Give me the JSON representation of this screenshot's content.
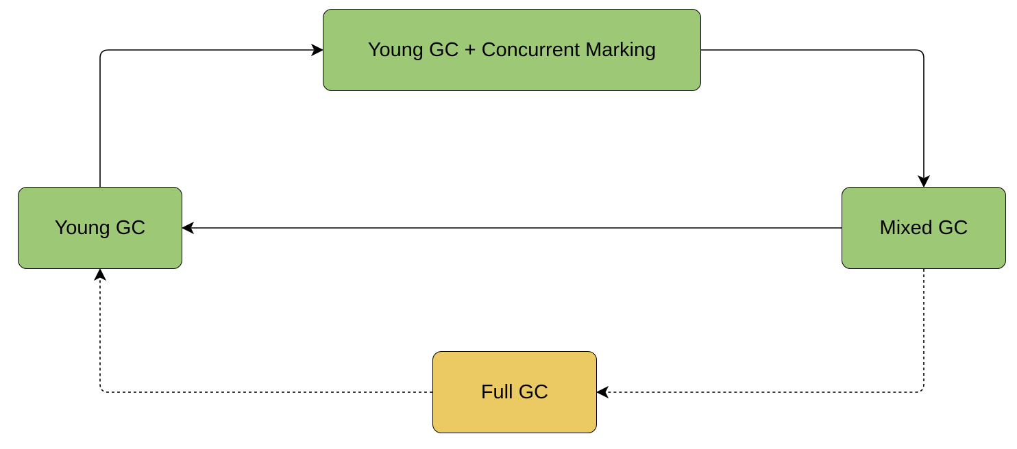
{
  "colors": {
    "gc_green": "#9dc977",
    "full_gc_yellow": "#ecca63",
    "border": "#000000",
    "edge": "#000000"
  },
  "nodes": {
    "young_gc_concurrent": {
      "label": "Young GC + Concurrent Marking",
      "color": "#9dc977"
    },
    "young_gc": {
      "label": "Young GC",
      "color": "#9dc977"
    },
    "mixed_gc": {
      "label": "Mixed GC",
      "color": "#9dc977"
    },
    "full_gc": {
      "label": "Full GC",
      "color": "#ecca63"
    }
  },
  "edges": [
    {
      "from": "Young GC",
      "to": "Young GC + Concurrent Marking",
      "style": "solid"
    },
    {
      "from": "Young GC + Concurrent Marking",
      "to": "Mixed GC",
      "style": "solid"
    },
    {
      "from": "Mixed GC",
      "to": "Young GC",
      "style": "solid"
    },
    {
      "from": "Mixed GC",
      "to": "Full GC",
      "style": "dashed"
    },
    {
      "from": "Full GC",
      "to": "Young GC",
      "style": "dashed"
    }
  ]
}
